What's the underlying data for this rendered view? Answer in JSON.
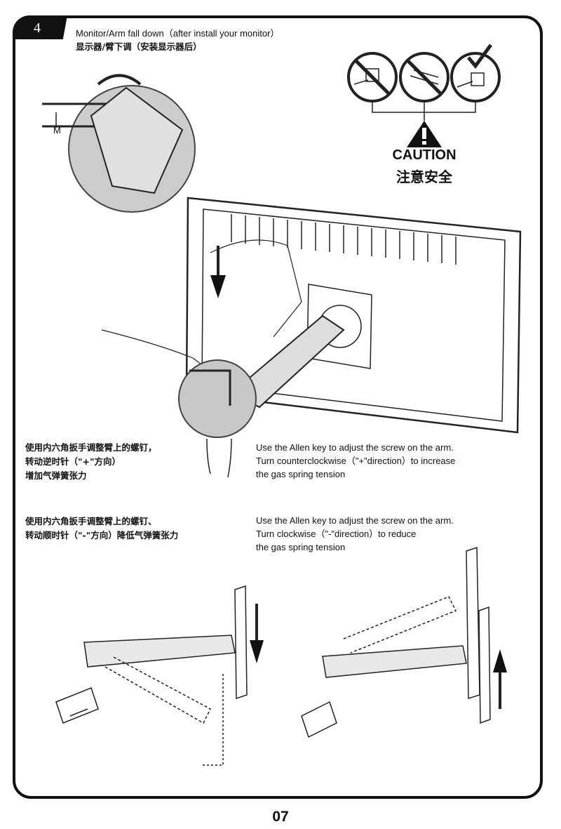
{
  "step": {
    "number": "4",
    "title_en": "Monitor/Arm fall down（after install your monitor）",
    "title_zh": "显示器/臂下调（安装显示器后）"
  },
  "caution": {
    "label_en": "CAUTION",
    "label_zh": "注意安全",
    "icons": [
      "prohibited-icon",
      "prohibited-icon",
      "check-icon"
    ]
  },
  "diagram_label": "M",
  "instructions": [
    {
      "zh": [
        "使用内六角扳手调整臂上的螺钉，",
        "转动逆时针（\"+\"方向）",
        "增加气弹簧张力"
      ],
      "en": [
        "Use the Allen key to adjust the screw on the arm.",
        "Turn counterclockwise（\"+\"direction）to increase",
        "the gas spring tension"
      ]
    },
    {
      "zh": [
        "使用内六角扳手调整臂上的螺钉、",
        "转动顺时针（\"-\"方向）降低气弹簧张力"
      ],
      "en": [
        "Use the Allen key to adjust the screw on the arm.",
        "Turn clockwise（\"-\"direction）to reduce",
        "the gas spring tension"
      ]
    }
  ],
  "page_number": "07"
}
